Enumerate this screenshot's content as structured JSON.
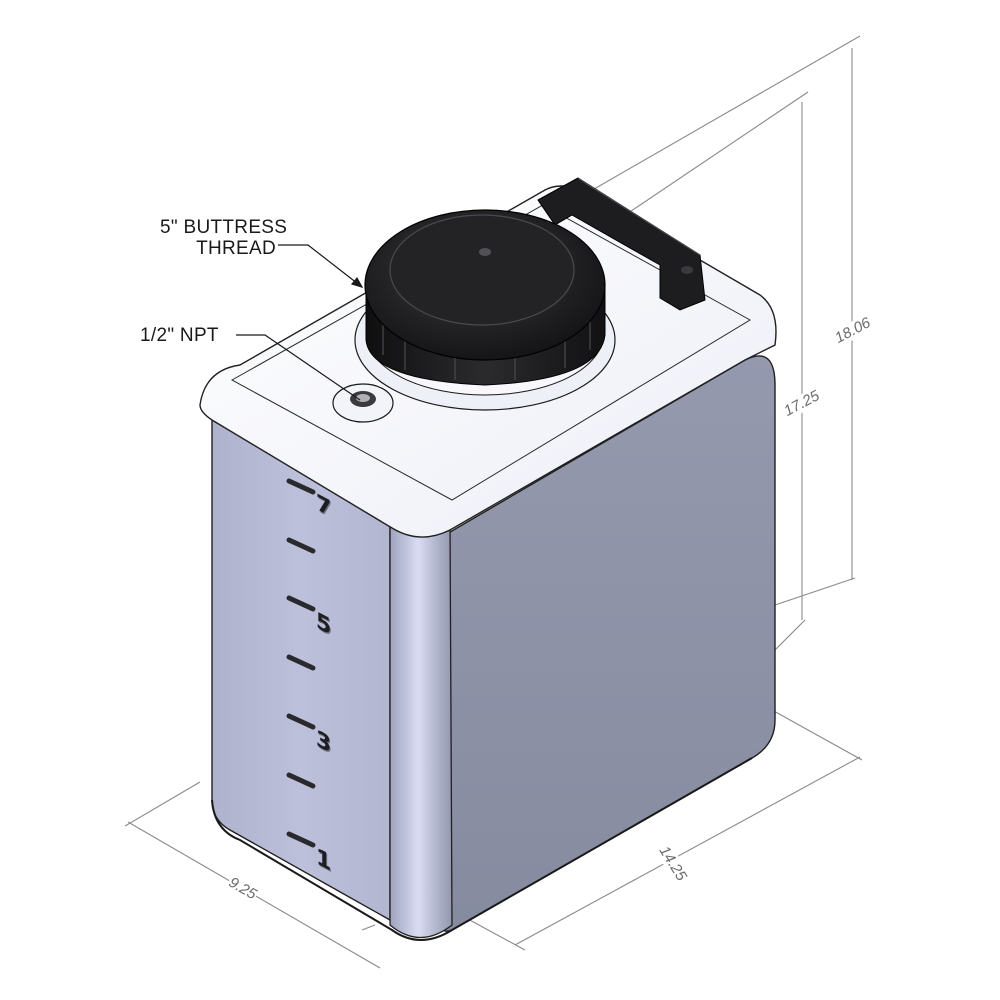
{
  "diagram": {
    "subject": "Rectangular plastic tank with screw cap, handle and NPT fitting (isometric view)",
    "callouts": [
      {
        "id": "buttress",
        "line1": "5\" BUTTRESS",
        "line2": "THREAD"
      },
      {
        "id": "npt",
        "line1": "1/2\" NPT"
      }
    ],
    "dimensions": {
      "height_body": "17.25",
      "height_overall": "18.06",
      "width": "9.25",
      "length": "14.25"
    },
    "gauge_marks": [
      "7",
      "5",
      "3",
      "1"
    ],
    "colors": {
      "background": "#ffffff",
      "tank_top": "#f4f5fb",
      "tank_front": "#b8bcd6",
      "tank_side": "#8e93a8",
      "corner_highlight": "#d6d9f0",
      "cap": "#1b1b1d",
      "dimension_line": "#8a8a8a"
    }
  }
}
